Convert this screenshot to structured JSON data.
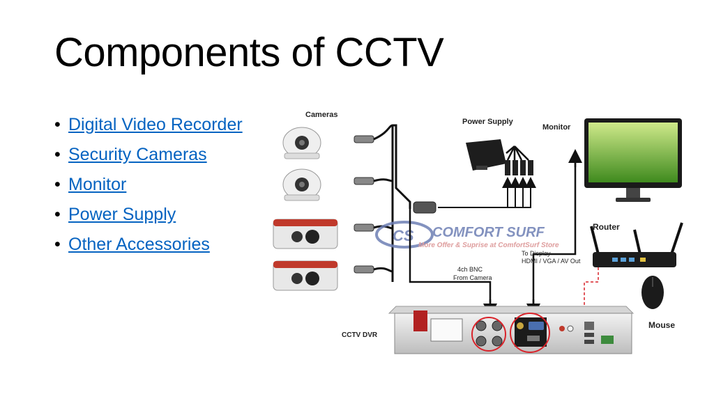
{
  "slide": {
    "title": "Components of CCTV",
    "bullets": [
      "Digital Video Recorder",
      "Security Cameras",
      "Monitor",
      "Power Supply",
      "Other Accessories"
    ]
  },
  "diagram": {
    "labels": {
      "cameras": "Cameras",
      "power_supply": "Power Supply",
      "monitor": "Monitor",
      "router": "Router",
      "mouse": "Mouse",
      "dvr": "CCTV DVR",
      "bnc": "4ch BNC",
      "from_camera": "From Camera",
      "to_display": "To Display",
      "display_outputs": "HDMI / VGA / AV Out"
    },
    "watermark": {
      "logo": "CS",
      "brand": "COMFORT SURF",
      "tagline": "More Offer & Suprise at ComfortSurf Store"
    },
    "colors": {
      "link": "#0563c1",
      "highlight": "#d9232a",
      "watermark": "#6e7fb5"
    }
  }
}
